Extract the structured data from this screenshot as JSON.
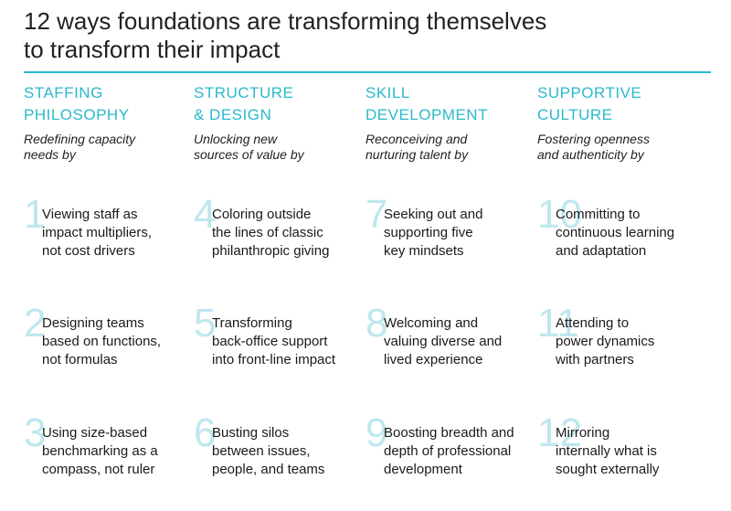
{
  "title": "12 ways foundations are transforming themselves\nto transform their impact",
  "accent_color": "#2bb9cc",
  "number_color": "#bfe7ee",
  "columns": [
    {
      "heading": "STAFFING\nPHILOSOPHY",
      "subtitle": "Redefining capacity\nneeds by",
      "items": [
        {
          "num": "1",
          "text": "Viewing staff as\nimpact multipliers,\nnot cost drivers"
        },
        {
          "num": "2",
          "text": "Designing teams\nbased on functions,\nnot formulas"
        },
        {
          "num": "3",
          "text": "Using size-based\nbenchmarking as a\ncompass, not ruler"
        }
      ]
    },
    {
      "heading": "STRUCTURE\n& DESIGN",
      "subtitle": "Unlocking new\nsources of value by",
      "items": [
        {
          "num": "4",
          "text": "Coloring outside\nthe lines of classic\nphilanthropic giving"
        },
        {
          "num": "5",
          "text": "Transforming\nback-office support\ninto front-line impact"
        },
        {
          "num": "6",
          "text": "Busting silos\nbetween issues,\npeople, and teams"
        }
      ]
    },
    {
      "heading": "SKILL\nDEVELOPMENT",
      "subtitle": "Reconceiving and\nnurturing talent by",
      "items": [
        {
          "num": "7",
          "text": "Seeking out and\nsupporting five\nkey mindsets"
        },
        {
          "num": "8",
          "text": "Welcoming and\nvaluing diverse and\nlived experience"
        },
        {
          "num": "9",
          "text": "Boosting breadth and\ndepth of professional\ndevelopment"
        }
      ]
    },
    {
      "heading": "SUPPORTIVE\nCULTURE",
      "subtitle": "Fostering openness\nand authenticity by",
      "items": [
        {
          "num": "10",
          "text": "Committing to\ncontinuous learning\nand adaptation"
        },
        {
          "num": "11",
          "text": "Attending to\npower dynamics\nwith partners"
        },
        {
          "num": "12",
          "text": "Mirroring\ninternally what is\nsought externally"
        }
      ]
    }
  ]
}
